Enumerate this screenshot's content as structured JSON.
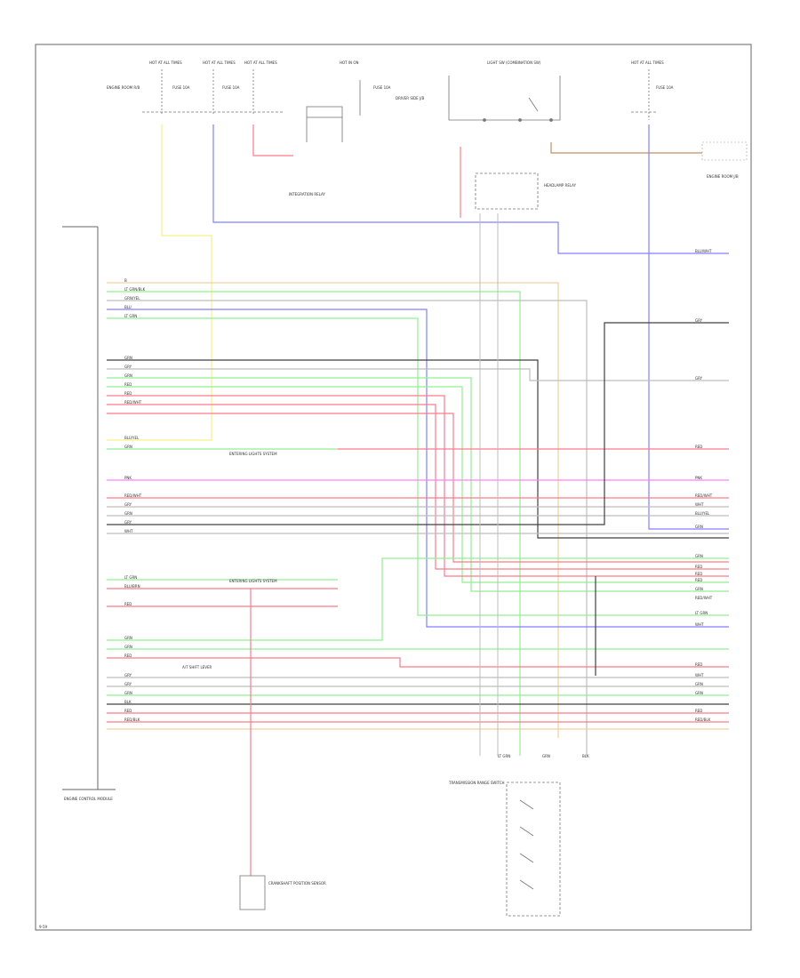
{
  "header_labels": [
    {
      "text": "HOT AT ALL TIMES"
    },
    {
      "text": "HOT AT ALL TIMES"
    },
    {
      "text": "HOT AT ALL TIMES"
    },
    {
      "text": "HOT IN ON"
    },
    {
      "text": "LIGHT SW (COMBINATION SW)"
    },
    {
      "text": "HOT AT ALL TIMES"
    }
  ],
  "header_fuses": [
    {
      "text": "ENGINE ROOM R/B"
    },
    {
      "text": "FUSE 10A"
    },
    {
      "text": "FUSE 10A"
    },
    {
      "text": "FUSE 10A"
    },
    {
      "text": "DRIVER SIDE J/B"
    },
    {
      "text": "FUSE 10A"
    }
  ],
  "side_labels": {
    "relay_left": "INTEGRATION RELAY",
    "relay_right": "HEADLAMP RELAY",
    "right_box": "ENGINE ROOM J/B",
    "ecm_label": "ENGINE CONTROL MODULE",
    "bottom_sensor": "CRANKSHAFT POSITION SENSOR",
    "bottom_switch": "TRANSMISSION RANGE SWITCH",
    "ref_1": "ENTERING LIGHTS SYSTEM",
    "ref_2": "ENTERING LIGHTS SYSTEM",
    "ref_3": "A/T SHIFT LEVER",
    "page_number": "9-59"
  },
  "wire_colors": {
    "yel": "#f5f08a",
    "blu": "#8080ff",
    "red": "#ff7a8a",
    "grn": "#90f090",
    "gray": "#bdbdbd",
    "blk": "#404040",
    "org": "#f0d0a0",
    "brn": "#c09060",
    "pnk": "#ff80ff",
    "vio": "#d060f0"
  },
  "connector_left_labels": [
    "B",
    "LT GRN/BLK",
    "GRN/YEL",
    "BLU",
    "LT GRN",
    "GRN",
    "GRY",
    "GRN",
    "RED",
    "RED",
    "RED/WHT",
    "BLU/YEL",
    "GRN",
    "PNK",
    "RED/WHT",
    "GRY",
    "GRN",
    "GRY",
    "WHT",
    "LT GRN",
    "BLU/BRN",
    "RED",
    "GRN",
    "GRN",
    "RED",
    "GRY",
    "GRY",
    "GRN",
    "BLK",
    "RED",
    "RED/BLK"
  ],
  "right_labels": [
    "BLU/WHT",
    "GRY",
    "GRY",
    "RED",
    "PNK",
    "RED/WHT",
    "WHT",
    "BLU/YEL",
    "GRN",
    "GRN",
    "RED",
    "RED",
    "RED",
    "GRN",
    "RED/WHT",
    "LT GRN",
    "WHT",
    "RED",
    "WHT",
    "GRN",
    "GRN",
    "RED",
    "RED/BLK"
  ],
  "bottom_wire_labels": [
    "LT GRN",
    "GRN",
    "BLK"
  ]
}
